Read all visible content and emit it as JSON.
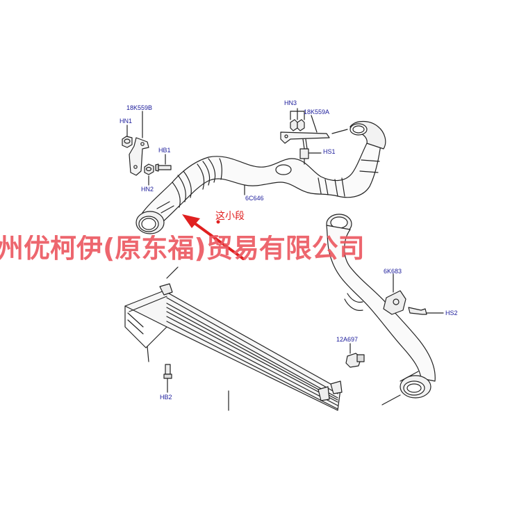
{
  "labels": {
    "hn1": "HN1",
    "b18k559b": "18K559B",
    "hb1": "HB1",
    "hn2": "HN2",
    "hn3": "HN3",
    "a18k559a": "18K559A",
    "hs1": "HS1",
    "c6c646": "6C646",
    "k6k683": "6K683",
    "hs2": "HS2",
    "a12a697": "12A697",
    "hb2": "HB2"
  },
  "annotation": "这小段",
  "watermark": "州优柯伊(原东福)贸易有限公司",
  "colors": {
    "label": "#1a1a9a",
    "annotation": "#e02020",
    "watermark": "#ec5a62",
    "line_art": "#222222"
  }
}
